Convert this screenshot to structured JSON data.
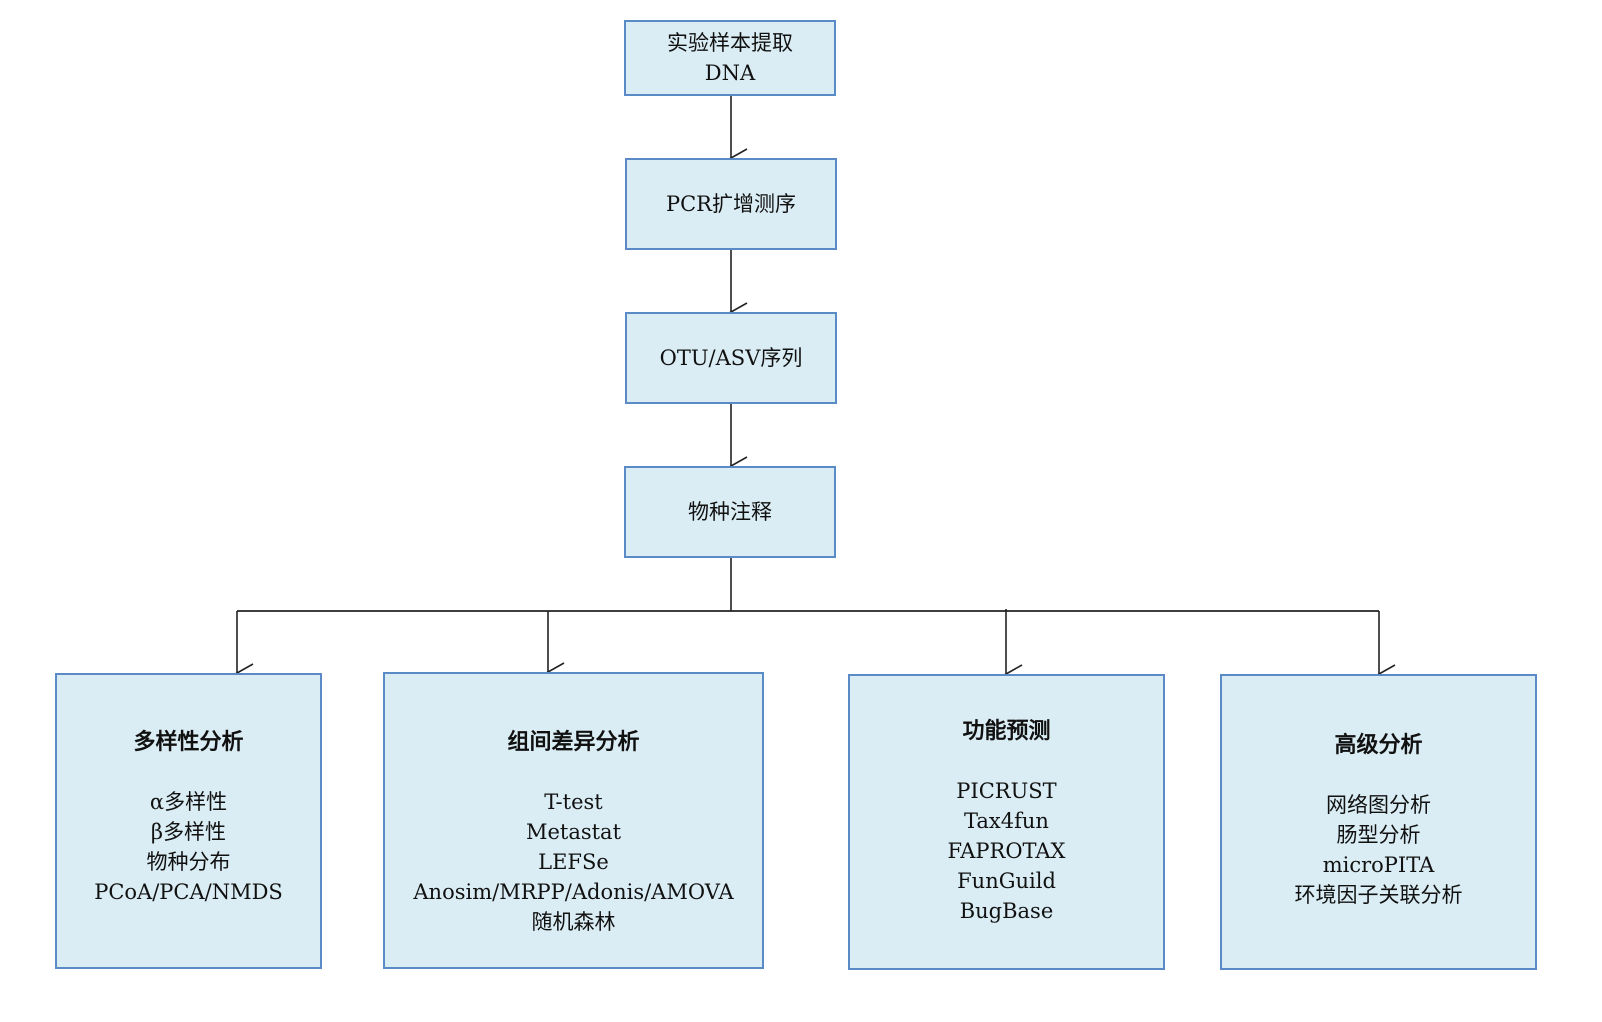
{
  "diagram": {
    "type": "flowchart",
    "pipeline": [
      {
        "id": "dna",
        "lines": [
          "实验样本提取",
          "DNA"
        ]
      },
      {
        "id": "pcr",
        "lines": [
          "PCR扩增测序"
        ]
      },
      {
        "id": "otu",
        "lines": [
          "OTU/ASV序列"
        ]
      },
      {
        "id": "annotation",
        "lines": [
          "物种注释"
        ]
      }
    ],
    "branches": [
      {
        "id": "diversity",
        "title": "多样性分析",
        "items": [
          "α多样性",
          "β多样性",
          "物种分布",
          "PCoA/PCA/NMDS"
        ]
      },
      {
        "id": "group-diff",
        "title": "组间差异分析",
        "items": [
          "T-test",
          "Metastat",
          "LEFSe",
          "Anosim/MRPP/Adonis/AMOVA",
          "随机森林"
        ]
      },
      {
        "id": "function",
        "title": "功能预测",
        "items": [
          "PICRUST",
          "Tax4fun",
          "FAPROTAX",
          "FunGuild",
          "BugBase"
        ]
      },
      {
        "id": "advanced",
        "title": "高级分析",
        "items": [
          "网络图分析",
          "肠型分析",
          "microPITA",
          "环境因子关联分析"
        ]
      }
    ],
    "colors": {
      "box_fill": "#daedf4",
      "box_border": "#5b8bc7",
      "connector": "#222222"
    }
  }
}
